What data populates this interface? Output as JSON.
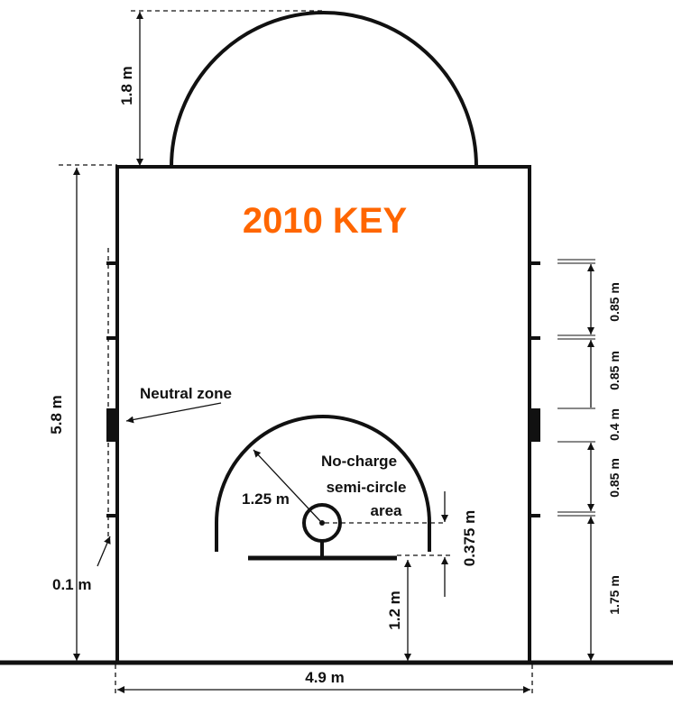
{
  "title": "2010 KEY",
  "colors": {
    "title": "#FF6600",
    "lines": "#111111"
  },
  "labels": {
    "restricted_top_height": "1.8 m",
    "key_length": "5.8 m",
    "key_width": "4.9 m",
    "neutral_zone": "Neutral zone",
    "neutral_offset": "0.1 m",
    "radius": "1.25 m",
    "no_charge_line1": "No-charge",
    "no_charge_line2": "semi-circle",
    "no_charge_line3": "area",
    "basket_offset": "0.375 m",
    "backboard_distance": "1.2 m",
    "right_segments": [
      "0.85 m",
      "0.85 m",
      "0.4 m",
      "0.85 m",
      "1.75 m"
    ]
  }
}
